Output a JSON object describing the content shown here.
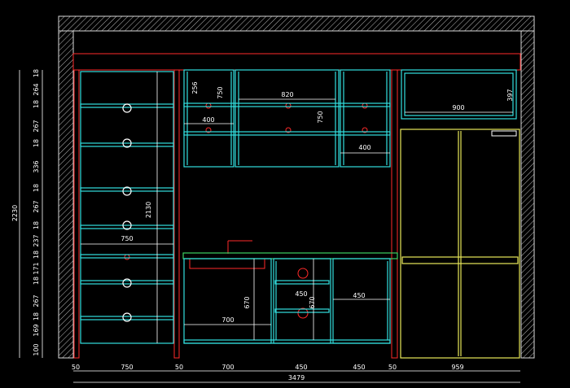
{
  "drawing": {
    "colors": {
      "background": "#000000",
      "wall": "#d8d8d8",
      "carcass": "#ff2a2a",
      "cabinet": "#33e0e0",
      "fridge": "#e8e85a",
      "dimension": "#ffffff",
      "countertop": "#3cd060"
    },
    "icons": {
      "knob": "circle-knob",
      "fridge_badge": "fridge-badge-icon",
      "sink": "sink-faucet-icon"
    },
    "dims": {
      "overall_height": "2230",
      "overall_width": "3479",
      "left_stack": [
        "18",
        "264",
        "18",
        "267",
        "18",
        "336",
        "18",
        "267",
        "18",
        "237",
        "18",
        "171",
        "18",
        "267",
        "18",
        "169",
        "100"
      ],
      "bottom_row": [
        "50",
        "750",
        "50",
        "700",
        "450",
        "450",
        "50",
        "959"
      ],
      "tall_height": "2130",
      "tall_width": "750",
      "upper_256": "256",
      "upper_750a": "750",
      "upper_820": "820",
      "upper_750b": "750",
      "upper_400a": "400",
      "upper_400b": "400",
      "upper_900": "900",
      "upper_397": "397",
      "lower_670a": "670",
      "lower_700": "700",
      "lower_450a": "450",
      "lower_670b": "670",
      "lower_450b": "450"
    }
  }
}
